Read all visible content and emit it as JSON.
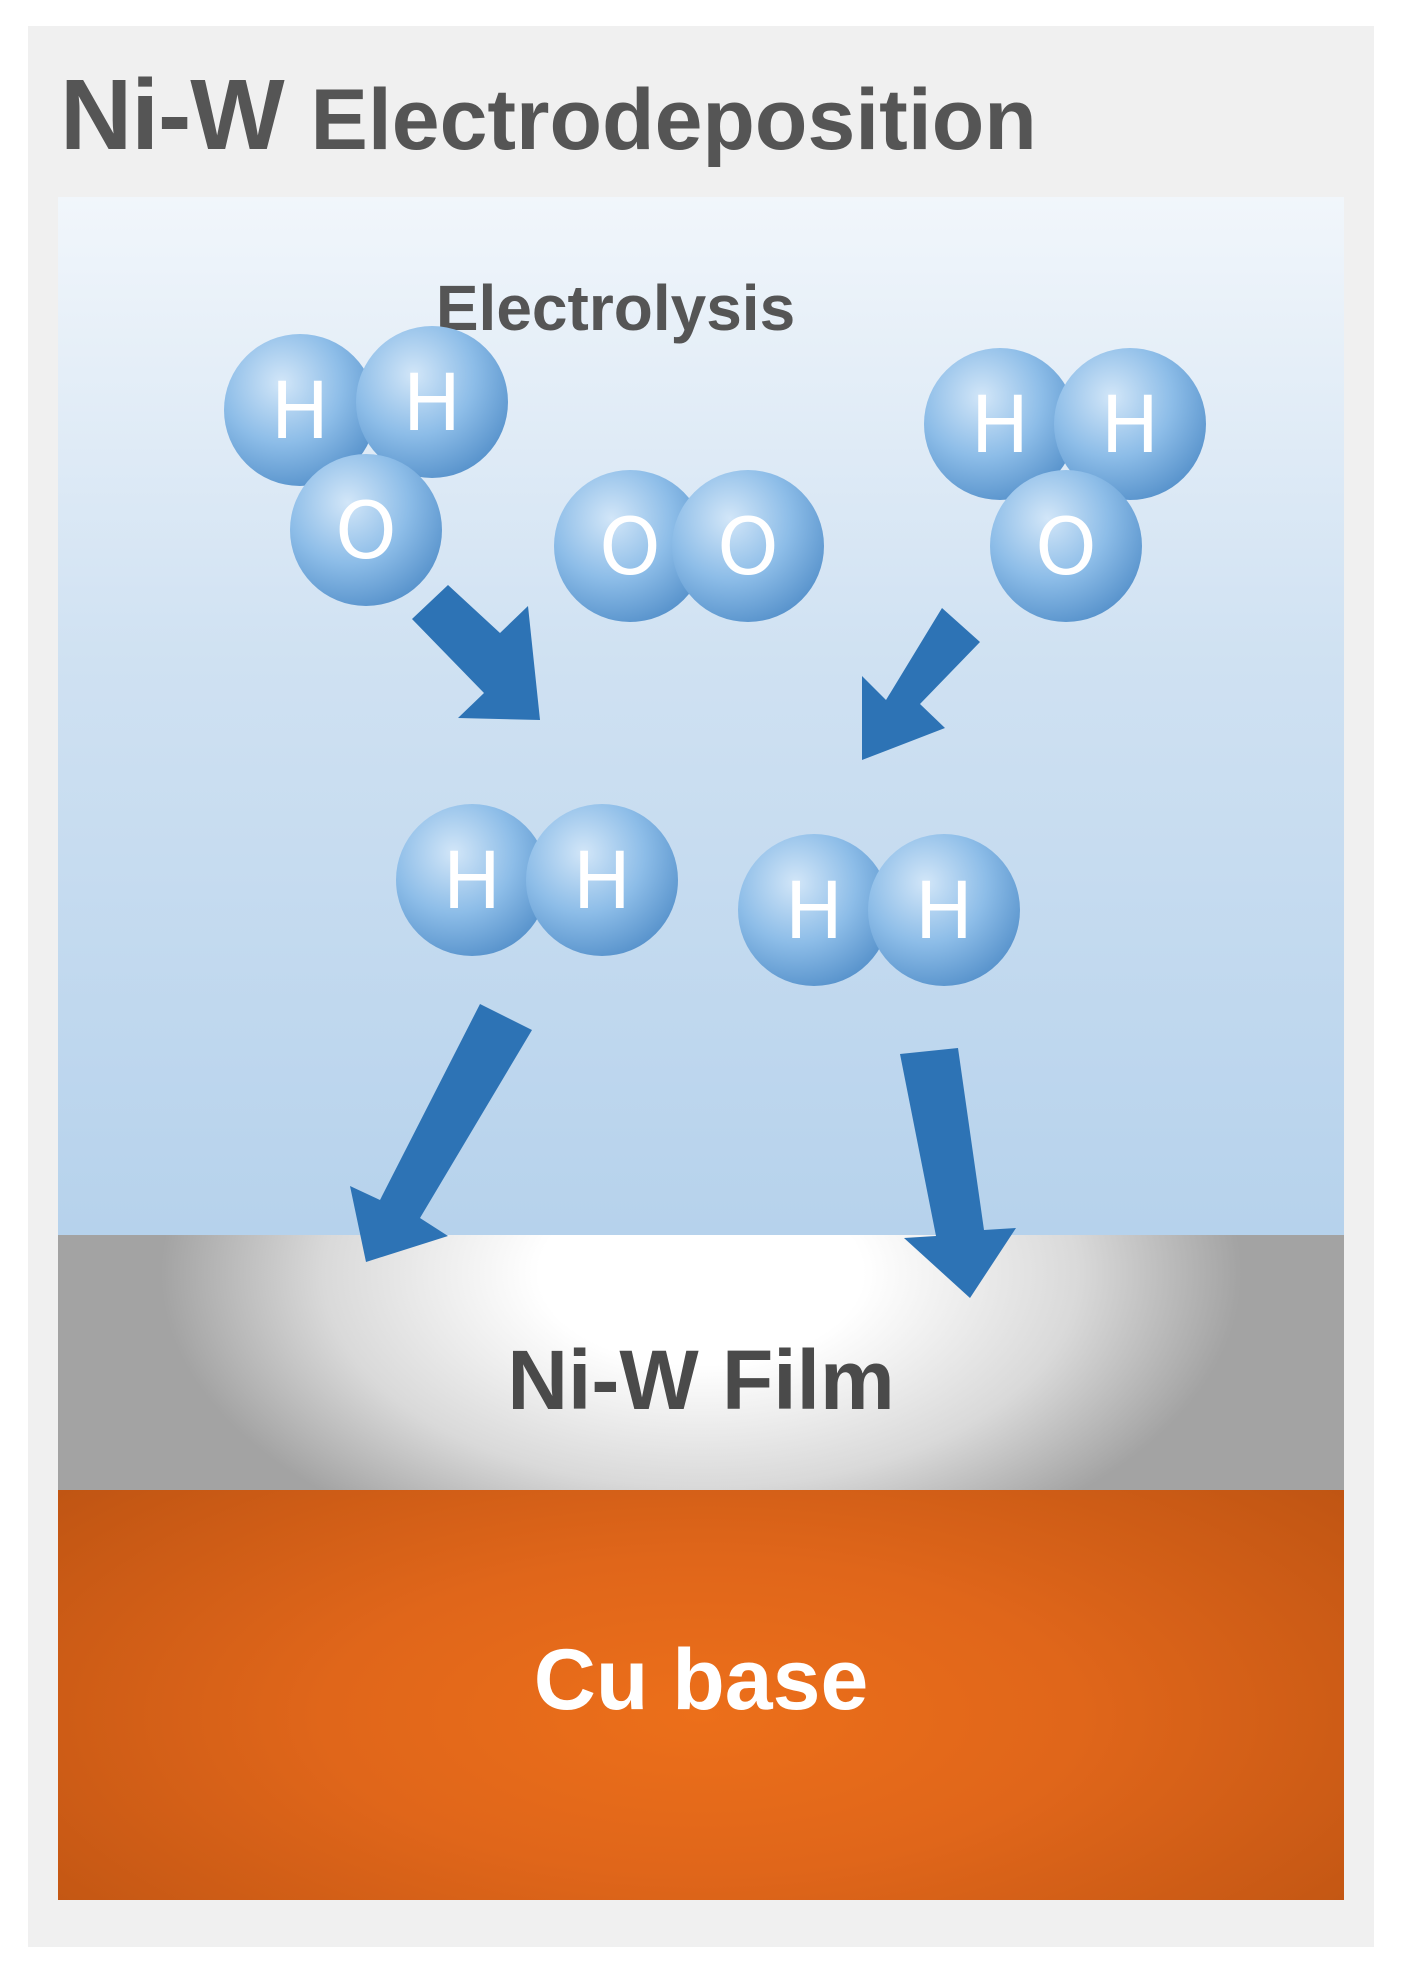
{
  "title": {
    "prefix": "Ni-W",
    "rest": "Electrodeposition"
  },
  "solution": {
    "label": "Electrolysis"
  },
  "film": {
    "label": "Ni-W Film"
  },
  "base": {
    "label": "Cu base"
  },
  "molecules": [
    {
      "formula": "H2O",
      "atoms": [
        "H",
        "H",
        "O"
      ]
    },
    {
      "formula": "O2",
      "atoms": [
        "O",
        "O"
      ]
    },
    {
      "formula": "H2O",
      "atoms": [
        "H",
        "H",
        "O"
      ]
    },
    {
      "formula": "H2",
      "atoms": [
        "H",
        "H"
      ]
    },
    {
      "formula": "H2",
      "atoms": [
        "H",
        "H"
      ]
    }
  ],
  "colors": {
    "arrow": "#2d73b5",
    "atom": "#7fb2e0",
    "text": "#555555",
    "copper": "#e0661a"
  }
}
